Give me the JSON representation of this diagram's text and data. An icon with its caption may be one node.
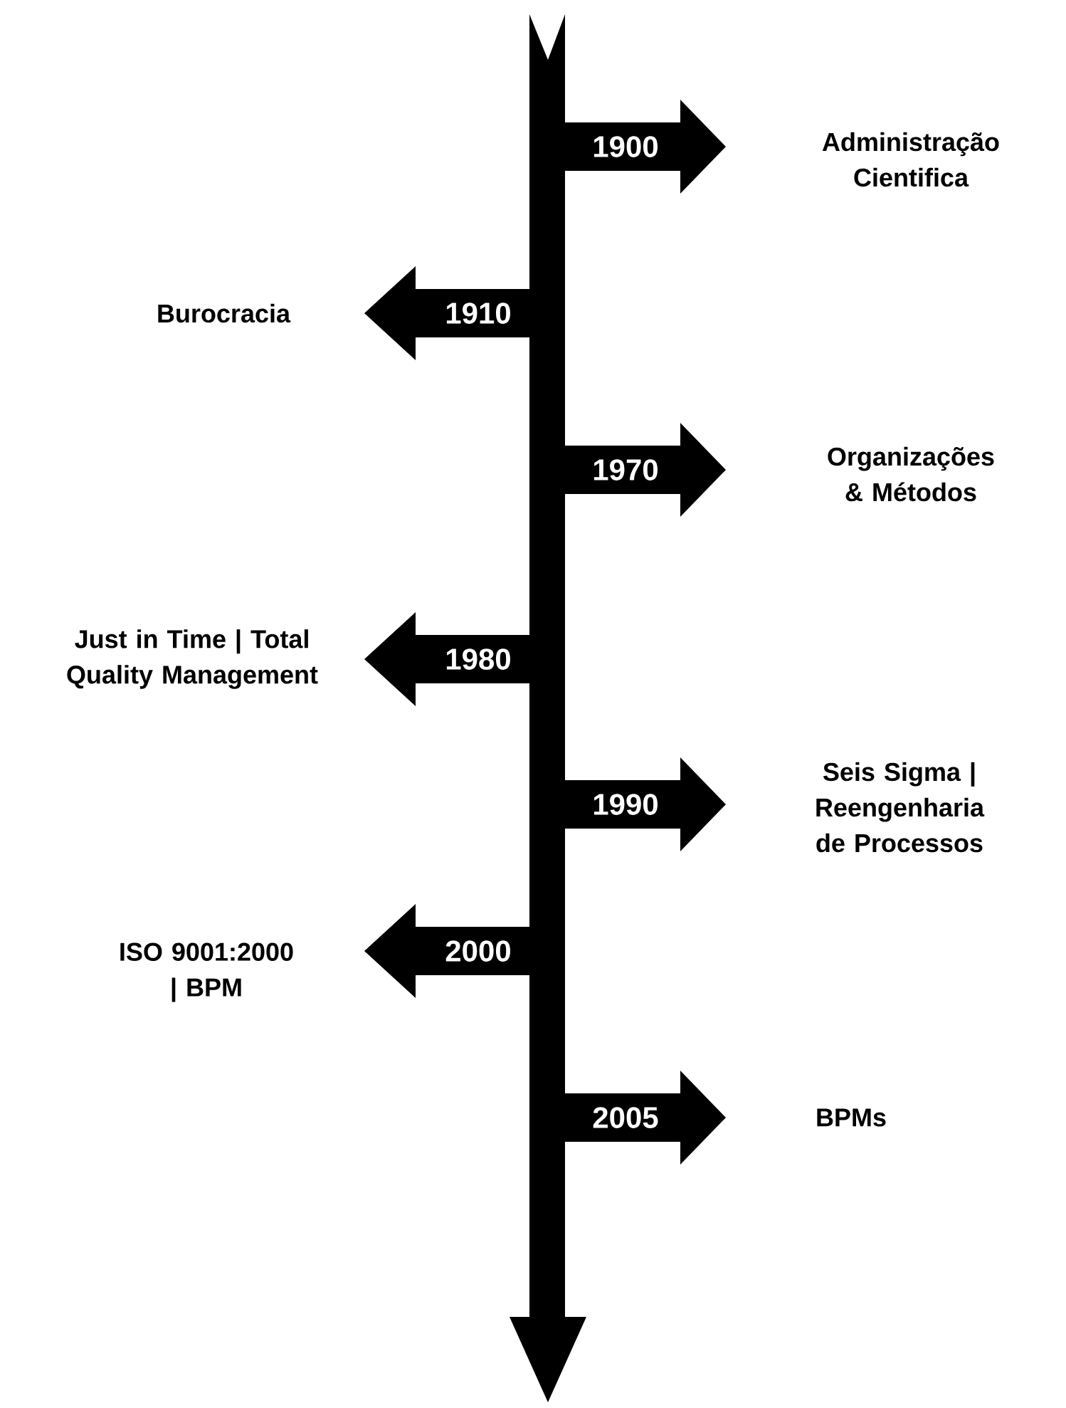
{
  "diagram": {
    "nodes": [
      {
        "text": [
          "1900"
        ],
        "beside": [
          "Administração Cientifica"
        ]
      },
      {
        "text": [
          "1910"
        ],
        "beside": [
          "Burocracia"
        ]
      },
      {
        "text": [
          "1970"
        ],
        "beside": [
          "Organizações & Métodos"
        ]
      },
      {
        "text": [
          "1980"
        ],
        "beside": [
          "Just in Time | Total Quality Management"
        ]
      },
      {
        "text": [
          "1990"
        ],
        "beside": [
          "Seis Sigma | Reengenharia de Processos"
        ]
      },
      {
        "text": [
          "2000"
        ],
        "beside": [
          "ISO 9001:2000 | BPM"
        ]
      },
      {
        "text": [
          "2005"
        ],
        "beside": [
          "BPMs"
        ]
      }
    ]
  }
}
